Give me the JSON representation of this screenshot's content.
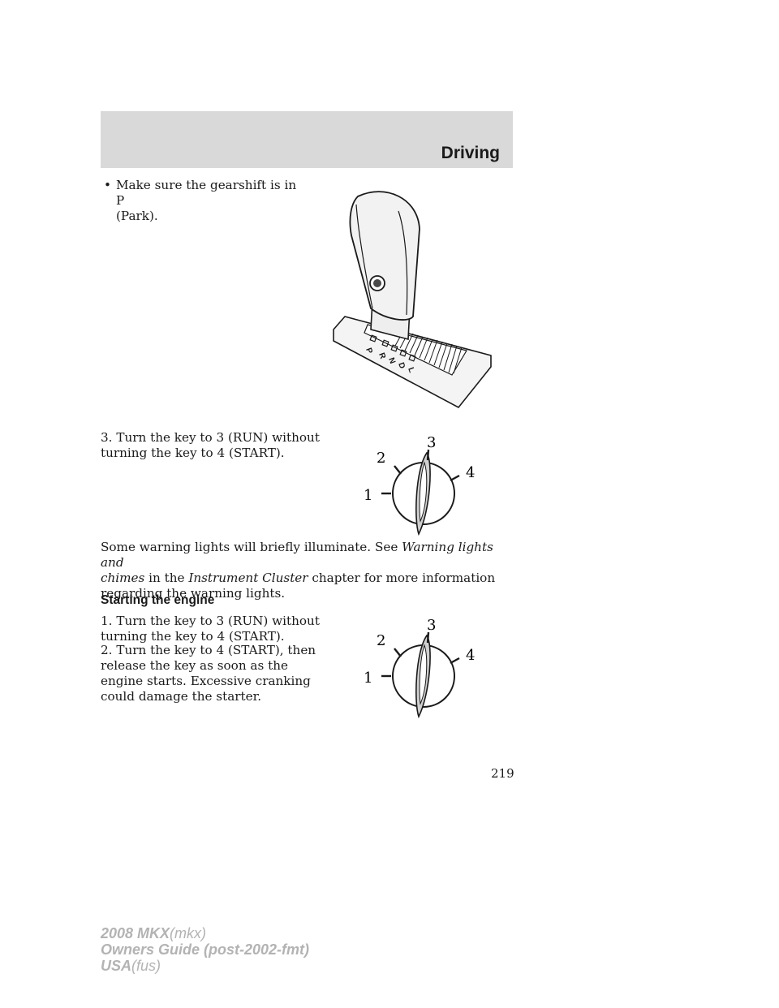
{
  "header": {
    "section_title": "Driving"
  },
  "bullet": {
    "symbol": "•",
    "line1": "Make sure the gearshift is in P",
    "line2": "(Park)."
  },
  "gear_selector": {
    "positions": [
      "P",
      "R",
      "N",
      "D",
      "L"
    ]
  },
  "steps": {
    "run_first_line1": "3. Turn the key to 3 (RUN) without",
    "run_first_line2": "turning the key to 4 (START).",
    "run_second_line1": "1. Turn the key to 3 (RUN) without",
    "run_second_line2": "turning the key to 4 (START).",
    "start_line1": "2. Turn the key to 4 (START), then",
    "start_line2": "release the key as soon as the",
    "start_line3": "engine starts. Excessive cranking",
    "start_line4": "could damage the starter."
  },
  "warning_paragraph": {
    "part1": "Some warning lights will briefly illuminate. See",
    "link1a": "Warning lights and",
    "link1b": "chimes",
    "part2": "in the",
    "link2": "Instrument Cluster",
    "part3": "chapter for more information",
    "line3": "regarding the warning lights."
  },
  "subheading": "Starting the engine",
  "ignition_positions": [
    "1",
    "2",
    "3",
    "4"
  ],
  "page_number": "219",
  "footer": {
    "model": "2008 MKX",
    "model_code": "(mkx)",
    "guide": "Owners Guide (post-2002-fmt)",
    "region": "USA",
    "region_code": "(fus)"
  }
}
